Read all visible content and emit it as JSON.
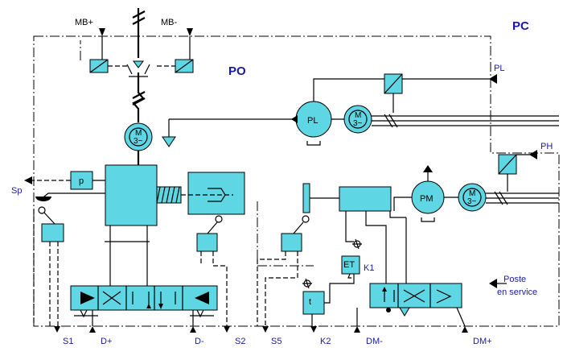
{
  "labels": {
    "po": "PO",
    "pc": "PC",
    "mb_plus": "MB+",
    "mb_minus": "MB-",
    "pl_signal": "PL",
    "ph_signal": "PH",
    "sp": "Sp",
    "p_sensor": "p",
    "pl_pump": "PL",
    "pm_pump": "PM",
    "motor_main": "M",
    "motor_main_phase": "3~",
    "motor_pl": "M",
    "motor_pl_phase": "3~",
    "motor_pm": "M",
    "motor_pm_phase": "3~",
    "et": "ET",
    "k1": "K1",
    "t": "t",
    "s1": "S1",
    "d_plus": "D+",
    "d_minus": "D-",
    "s2": "S2",
    "s5": "S5",
    "k2": "K2",
    "dm_minus": "DM-",
    "dm_plus": "DM+",
    "poste_line1": "Poste",
    "poste_line2": "en service"
  },
  "colors": {
    "component_fill": "#5fd6e3",
    "label_blue": "#1a1aa6",
    "line": "#000000"
  }
}
